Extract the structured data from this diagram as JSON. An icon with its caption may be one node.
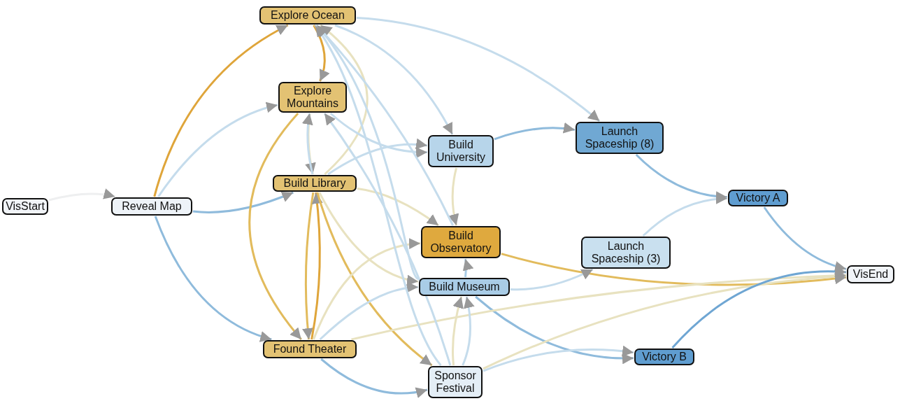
{
  "diagram": {
    "nodes": [
      {
        "text": [
          "VisStart"
        ]
      },
      {
        "text": [
          "Reveal Map"
        ]
      },
      {
        "text": [
          "Explore Ocean"
        ]
      },
      {
        "text": [
          "Explore Mountains"
        ]
      },
      {
        "text": [
          "Build Library"
        ]
      },
      {
        "text": [
          "Build University"
        ]
      },
      {
        "text": [
          "Launch Spaceship (8)"
        ]
      },
      {
        "text": [
          "Victory A"
        ]
      },
      {
        "text": [
          "Build Observatory"
        ]
      },
      {
        "text": [
          "Launch Spaceship (3)"
        ]
      },
      {
        "text": [
          "Build Museum"
        ]
      },
      {
        "text": [
          "VisEnd"
        ]
      },
      {
        "text": [
          "Found Theater"
        ]
      },
      {
        "text": [
          "Victory B"
        ]
      },
      {
        "text": [
          "Sponsor Festival"
        ]
      }
    ],
    "edges": [
      {
        "from": 0,
        "to": 1,
        "arrow": "to",
        "color": "#eeeff0"
      },
      {
        "from": 1,
        "to": 2,
        "arrow": "to",
        "color": "#dfa53a"
      },
      {
        "from": 1,
        "to": 3,
        "arrow": "to"
      },
      {
        "from": 1,
        "to": 4,
        "arrow": "to",
        "color": "#8fbbdc"
      },
      {
        "from": 1,
        "to": 12,
        "arrow": "to",
        "color": "#8fbbdc"
      },
      {
        "from": 2,
        "to": 3,
        "arrow": "to",
        "color": "#dfa53a"
      },
      {
        "from": 4,
        "to": 2,
        "arrow": "to",
        "color": "#e8e2c0"
      },
      {
        "from": 3,
        "to": 4,
        "arrow": "to",
        "color": "#e8e2c0"
      },
      {
        "from": 4,
        "to": 3,
        "arrow": "to"
      },
      {
        "from": 2,
        "to": 5,
        "arrow": "to"
      },
      {
        "from": 2,
        "to": 6,
        "arrow": "to"
      },
      {
        "from": 3,
        "to": 5,
        "arrow": "to"
      },
      {
        "from": 4,
        "to": 5,
        "arrow": "to"
      },
      {
        "from": 5,
        "to": 6,
        "arrow": "to",
        "color": "#8fbbdc"
      },
      {
        "from": 6,
        "to": 7,
        "arrow": "to",
        "color": "#8fbbdc"
      },
      {
        "from": 9,
        "to": 7,
        "arrow": "to"
      },
      {
        "from": 7,
        "to": 11,
        "arrow": "to",
        "color": "#8fbbdc"
      },
      {
        "from": 5,
        "to": 8,
        "arrow": "to",
        "color": "#e8e2c0"
      },
      {
        "from": 4,
        "to": 8,
        "arrow": "to",
        "color": "#e8e2c0"
      },
      {
        "from": 4,
        "to": 10,
        "arrow": "to",
        "color": "#e8e2c0"
      },
      {
        "from": 4,
        "to": 12,
        "arrow": "to",
        "color": "#e2bb5c"
      },
      {
        "from": 12,
        "to": 4,
        "arrow": "to",
        "color": "#dfa53a"
      },
      {
        "from": 3,
        "to": 12,
        "arrow": "to",
        "color": "#e2bb5c"
      },
      {
        "from": 4,
        "to": 14,
        "arrow": "to",
        "color": "#e2bb5c"
      },
      {
        "from": 12,
        "to": 8,
        "arrow": "to",
        "color": "#e8e2c0"
      },
      {
        "from": 8,
        "to": 11,
        "arrow": "to",
        "color": "#e2bb5c"
      },
      {
        "from": 10,
        "to": 9,
        "arrow": "to"
      },
      {
        "from": 10,
        "to": 8,
        "arrow": "to",
        "color": "#a9cce6"
      },
      {
        "from": 14,
        "to": 10,
        "arrow": "to",
        "color": "#e8e2c0"
      },
      {
        "from": 10,
        "to": 13,
        "arrow": "to",
        "color": "#8fbbdc"
      },
      {
        "from": 12,
        "to": 11,
        "arrow": "to",
        "color": "#e8e2c0"
      },
      {
        "from": 12,
        "to": 14,
        "arrow": "to",
        "color": "#8fbbdc"
      },
      {
        "from": 14,
        "to": 10,
        "arrow": "to"
      },
      {
        "from": 14,
        "to": 13,
        "arrow": "to"
      },
      {
        "from": 14,
        "to": 11,
        "arrow": "to",
        "color": "#e8e2c0"
      },
      {
        "from": 13,
        "to": 11,
        "arrow": "to",
        "color": "#6fa6d3"
      },
      {
        "from": 12,
        "to": 10,
        "arrow": "to"
      },
      {
        "from": 10,
        "to": 2,
        "arrow": "to"
      },
      {
        "from": 14,
        "to": 2,
        "arrow": "to"
      },
      {
        "from": 8,
        "to": 2,
        "arrow": "to"
      },
      {
        "from": 14,
        "to": 3,
        "arrow": "to"
      }
    ]
  }
}
